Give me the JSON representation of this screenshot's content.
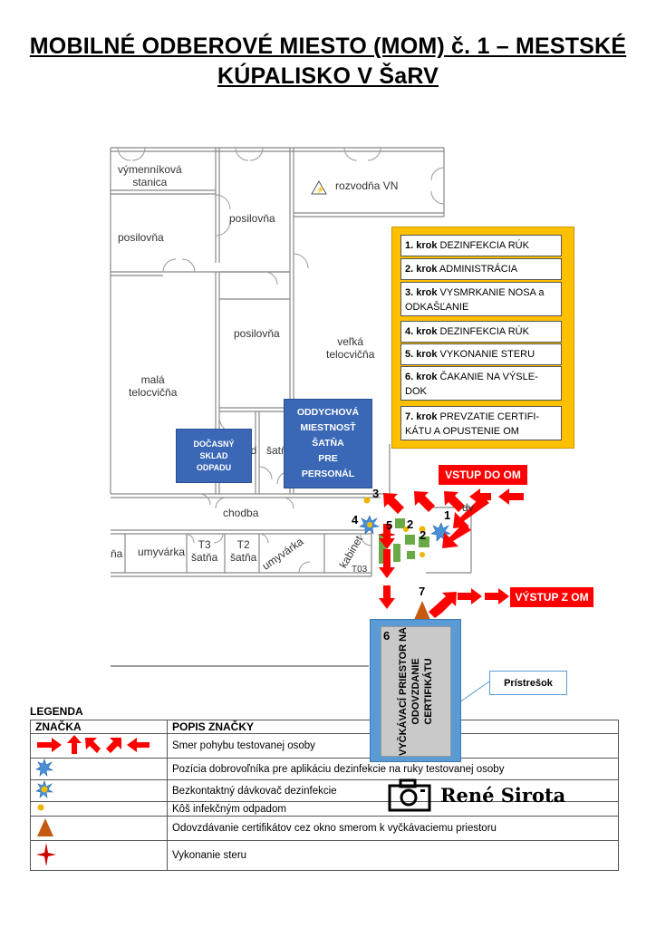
{
  "title": {
    "line1": "MOBILNÉ ODBEROVÉ MIESTO (MOM) č. 1 – MESTSKÉ",
    "line2": "KÚPALISKO V ŠaRV"
  },
  "rooms": {
    "vymennikova": "výmenníková\nstanica",
    "rozvodna": "rozvodňa VN",
    "posilovna_top": "posilovňa",
    "posilovna_left": "posilovňa",
    "posilovna_mid": "posilovňa",
    "velka_telocvicna": "veľká\ntelocvičňa",
    "mala_telocvicna": "malá\ntelocvičňa",
    "chodba": "chodba",
    "sklad_partial": "ad",
    "satna_partial": "šatň",
    "umyvarka_left": "umyvárka",
    "t3_satna": "T3\nšatňa",
    "t2_satna": "T2\nšatňa",
    "umyvarka_rot": "umyvárka",
    "kabinet": "kabinet",
    "t03": "T03",
    "na_partial": "ňa",
    "dv_partial": "dv"
  },
  "blue_boxes": {
    "sklad": "DOČASNÝ\nSKLAD\nODPADU",
    "oddychova": "ODDYCHOVÁ\nMIESTNOSŤ\nŠATŇA\nPRE\nPERSONÁL"
  },
  "steps": [
    {
      "bold": "1. krok",
      "text": " DEZINFEKCIA RÚK"
    },
    {
      "bold": "2. krok",
      "text": " ADMINISTRÁCIA"
    },
    {
      "bold": "3. krok",
      "text": " VYSMRKANIE NOSA a ODKAŠĽANIE"
    },
    {
      "bold": "4. krok",
      "text": " DEZINFEKCIA RÚK"
    },
    {
      "bold": "5. krok",
      "text": " VYKONANIE STERU"
    },
    {
      "bold": "6. krok",
      "text": " ČAKANIE NA VÝSLE-DOK"
    },
    {
      "bold": "7. krok",
      "text": " PREVZATIE CERTIFI-KÁTU A OPUSTENIE OM"
    }
  ],
  "labels": {
    "vstup": "VSTUP DO OM",
    "vystup": "VÝSTUP Z OM",
    "pristresok": "Prístrešok",
    "waiting_area": "VYČKÁVACÍ PRIESTOR NA ODOVZDANIE CERTIFIKÁTU"
  },
  "numbers": {
    "n1": "1",
    "n2a": "2",
    "n2b": "2",
    "n3": "3",
    "n4": "4",
    "n5": "5",
    "n6": "6",
    "n7": "7"
  },
  "legend": {
    "title": "LEGENDA",
    "header_symbol": "ZNAČKA",
    "header_desc": "POPIS ZNAČKY",
    "rows": [
      {
        "icon": "red-arrows-icon",
        "desc": "Smer pohybu testovanej osoby"
      },
      {
        "icon": "blue-star-icon",
        "desc": "Pozícia dobrovoľníka pre aplikáciu dezinfekcie na ruky testovanej osoby"
      },
      {
        "icon": "yellow-star-icon",
        "desc": "Bezkontaktný dávkovač dezinfekcie"
      },
      {
        "icon": "yellow-dot-icon",
        "desc": "Kôš infekčným odpadom"
      },
      {
        "icon": "brown-triangle-icon",
        "desc": "Odovzdávanie certifikátov cez okno smerom k vyčkávaciemu priestoru"
      },
      {
        "icon": "red-cross-star-icon",
        "desc": "Vykonanie steru"
      }
    ]
  },
  "watermark": {
    "text": "René Sirota",
    "icon": "camera-icon"
  },
  "colors": {
    "arrow_red": "#ff0000",
    "blue_box": "#3b68b6",
    "steps_bg": "#ffc000",
    "shelter_blue": "#5b9bd5",
    "shelter_grey": "#c9c9c9",
    "green": "#6aaa46",
    "triangle": "#c55a11"
  }
}
